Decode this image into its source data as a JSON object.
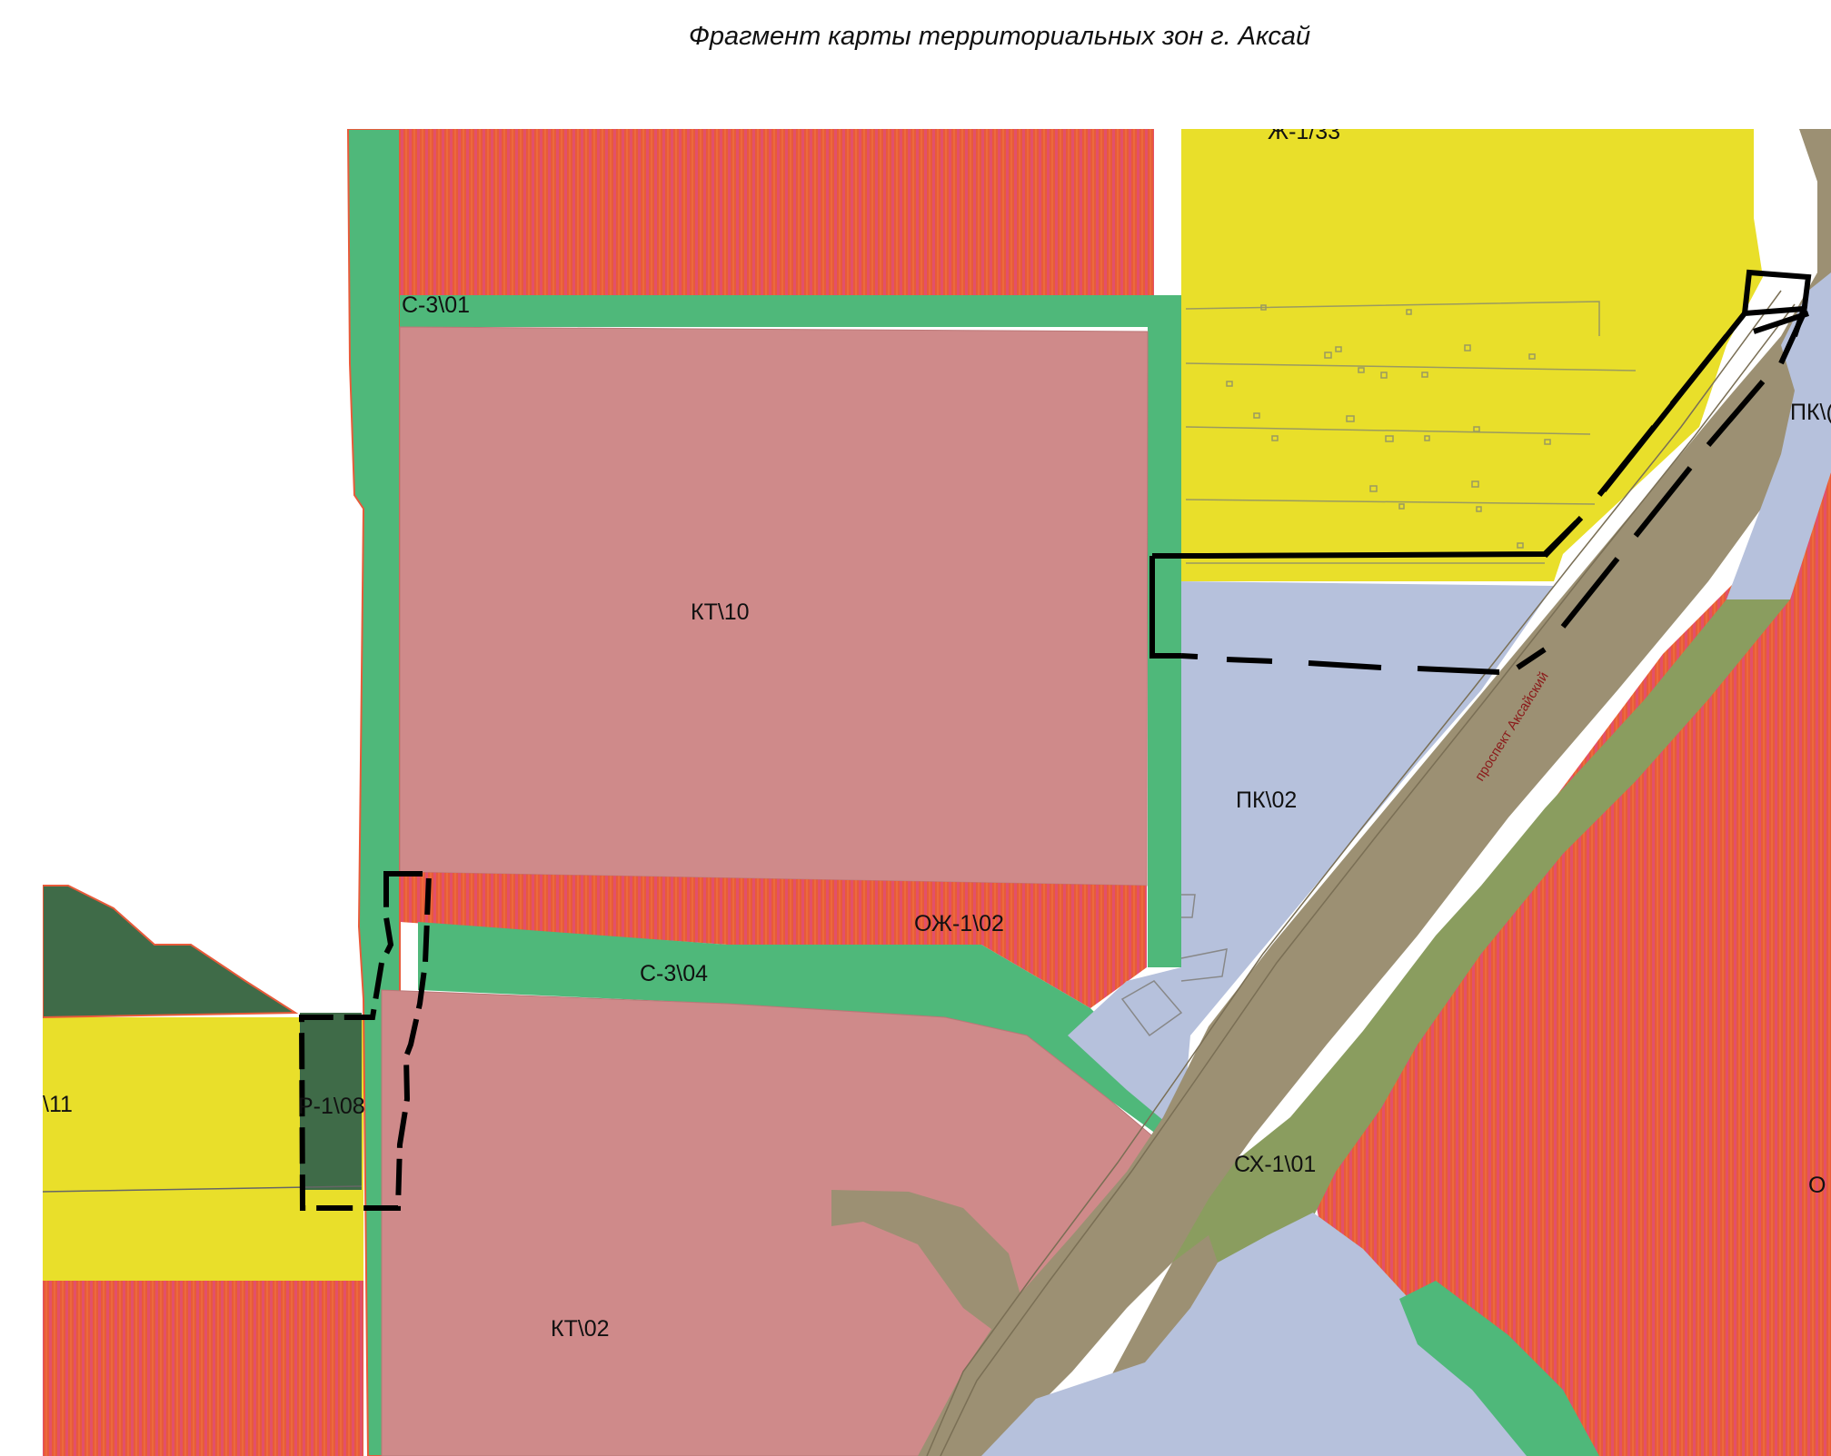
{
  "title": "Фрагмент карты территориальных зон г. Аксай",
  "colors": {
    "residential_yellow": "#e9df2a",
    "business_pink": "#cf8a8a",
    "green_zone": "#4fb87a",
    "dark_green": "#3f6b48",
    "industrial_blue": "#b6c1dc",
    "road_brown": "#9c9073",
    "olive": "#8a9d5f",
    "striped_red": "#e85a3a",
    "boundary": "#000000"
  },
  "zones": {
    "kt10": "КТ\\10",
    "kt02": "КТ\\02",
    "s3_01": "С-3\\01",
    "s3_04": "С-3\\04",
    "ozh1_02": "ОЖ-1\\02",
    "pk02": "ПК\\02",
    "pk_partial": "ПК\\(",
    "zh1_33": "Ж-1/33",
    "r1_08": "Р-1\\08",
    "left_partial": "\\11",
    "skh1_01": "СХ-1\\01",
    "right_partial": "О"
  },
  "road_name": "проспект Аксайский"
}
